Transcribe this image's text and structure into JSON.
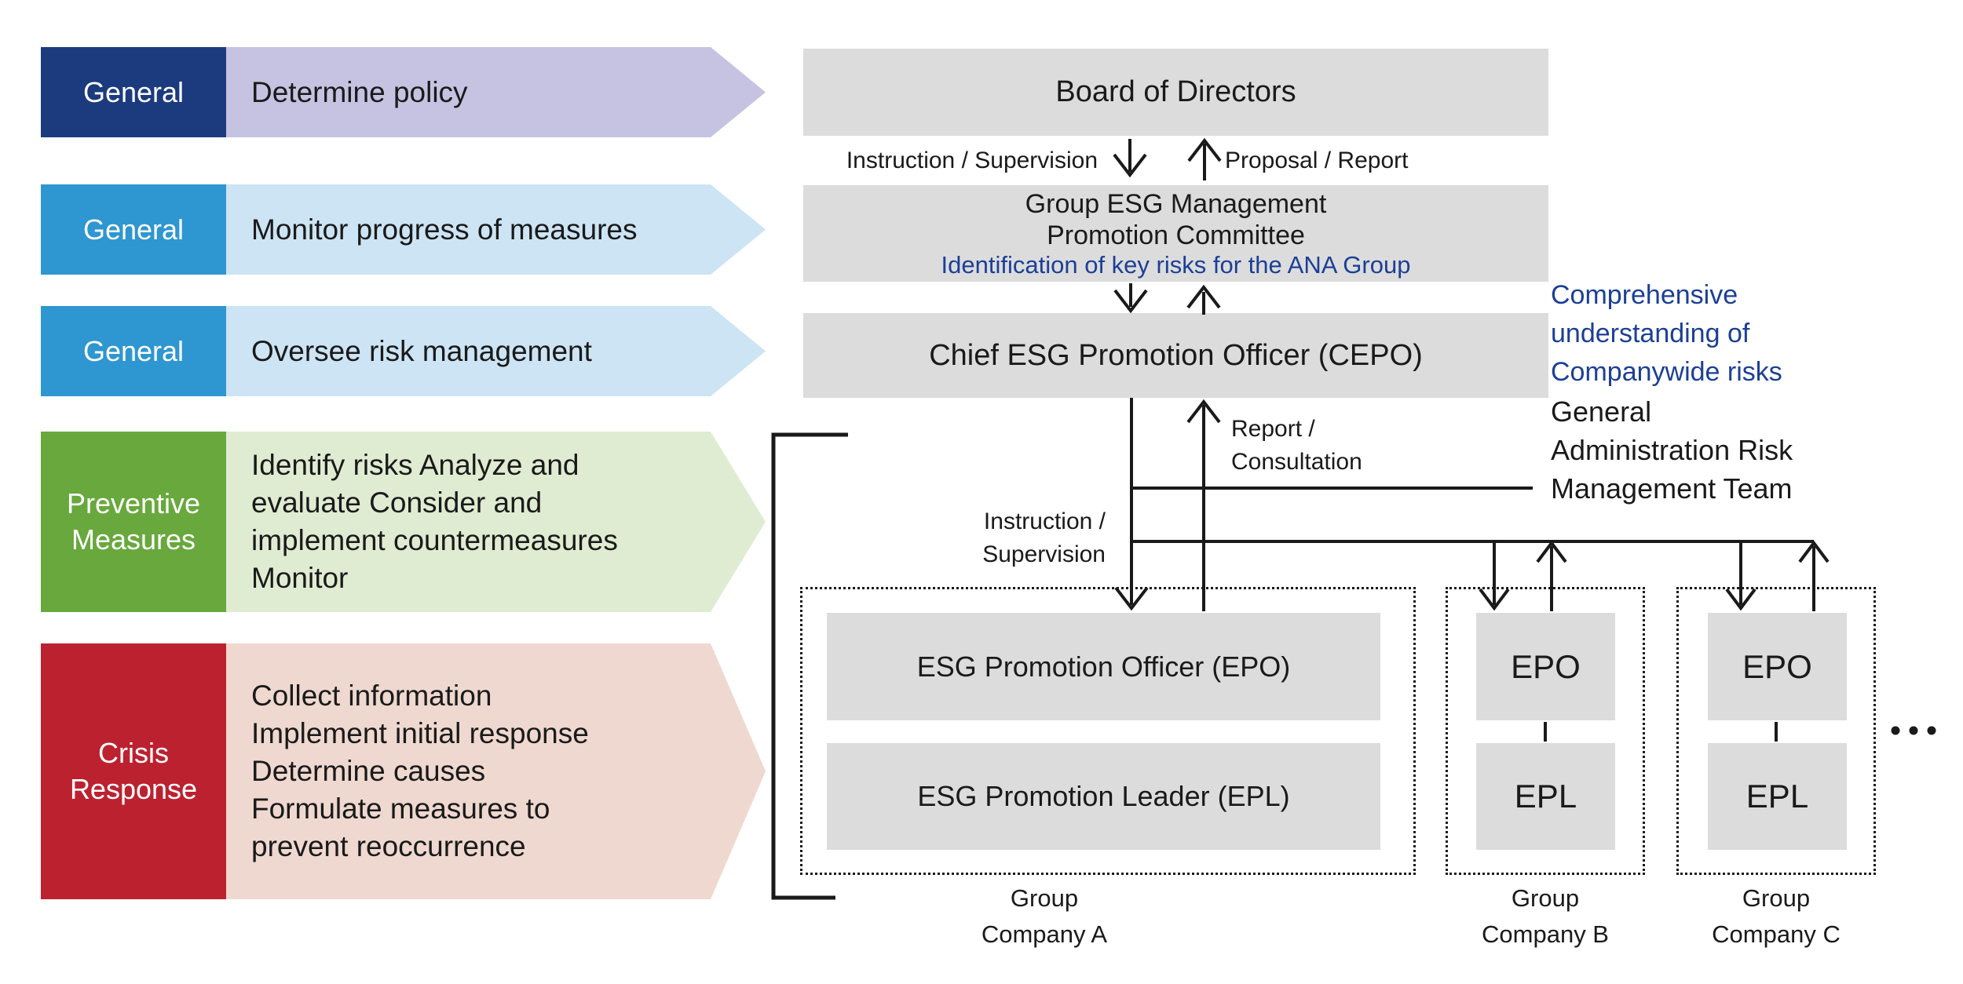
{
  "colors": {
    "navy": "#1c3b7e",
    "blue": "#2e96d0",
    "green": "#68a83c",
    "red": "#bc2130",
    "lavender_body": "#c6c2e1",
    "lightblue_body": "#cce4f4",
    "lightgreen_body": "#dfecd2",
    "lightred_body": "#eed8cf",
    "box_gray": "#dcdcdc",
    "accent_blue_text": "#1c3f96"
  },
  "process_banners": [
    {
      "label": "General",
      "label_color": "#1c3b7e",
      "body_color": "#c6c2e1",
      "text": "Determine policy"
    },
    {
      "label": "General",
      "label_color": "#2e96d0",
      "body_color": "#cce4f4",
      "text": "Monitor progress of measures"
    },
    {
      "label": "General",
      "label_color": "#2e96d0",
      "body_color": "#cce4f4",
      "text": "Oversee risk management"
    },
    {
      "label": "Preventive\nMeasures",
      "label_color": "#68a83c",
      "body_color": "#dfecd2",
      "text": "Identify risks Analyze and\nevaluate Consider and\nimplement countermeasures\nMonitor"
    },
    {
      "label": "Crisis\nResponse",
      "label_color": "#bc2130",
      "body_color": "#eed8cf",
      "text": "Collect information\nImplement initial response\nDetermine causes\nFormulate measures to\nprevent reoccurrence"
    }
  ],
  "org_chart": {
    "board": "Board of Directors",
    "committee_line1": "Group ESG Management",
    "committee_line2": "Promotion Committee",
    "committee_note": "Identification of key risks for the ANA Group",
    "cepo": "Chief ESG Promotion Officer (CEPO)",
    "labels": {
      "instruction_supervision": "Instruction / Supervision",
      "proposal_report": "Proposal / Report",
      "report_consultation": "Report /\nConsultation",
      "instruction_supervision_2": "Instruction /\nSupervision"
    },
    "side_note_blue": "Comprehensive\nunderstanding of\nCompanywide risks",
    "side_note_black": "General\nAdministration Risk\nManagement Team",
    "companies": [
      {
        "name": "Group\nCompany A",
        "epo": "ESG Promotion Officer (EPO)",
        "epl": "ESG Promotion Leader (EPL)"
      },
      {
        "name": "Group\nCompany B",
        "epo": "EPO",
        "epl": "EPL"
      },
      {
        "name": "Group\nCompany C",
        "epo": "EPO",
        "epl": "EPL"
      }
    ]
  }
}
